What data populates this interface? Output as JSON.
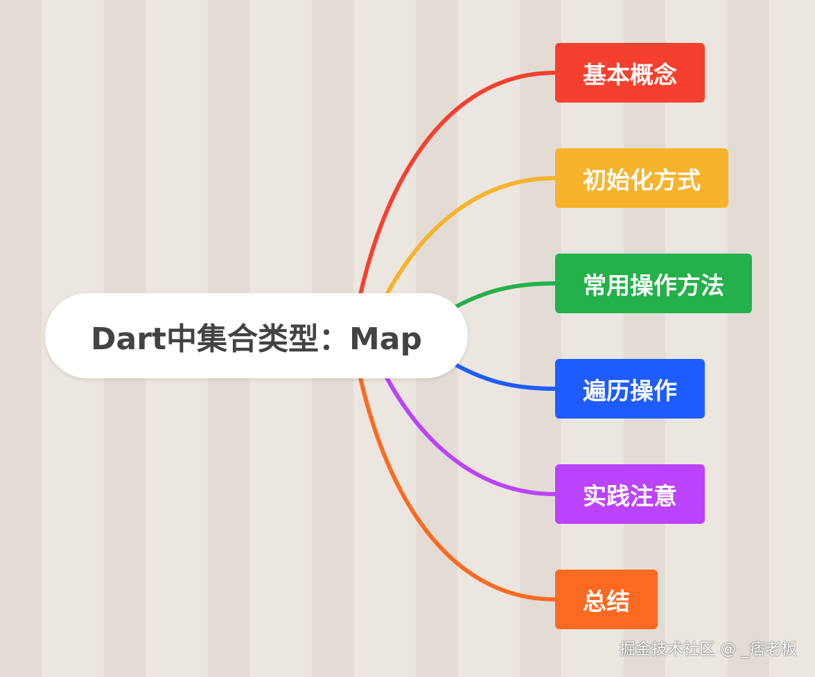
{
  "root": {
    "label": "Dart中集合类型：Map"
  },
  "branches": [
    {
      "label": "基本概念",
      "color": "#f5402f"
    },
    {
      "label": "初始化方式",
      "color": "#f7b32b"
    },
    {
      "label": "常用操作方法",
      "color": "#24b04b"
    },
    {
      "label": "遍历操作",
      "color": "#1f5cff"
    },
    {
      "label": "实践注意",
      "color": "#bb43fb"
    },
    {
      "label": "总结",
      "color": "#fc6a22"
    }
  ],
  "watermark": {
    "text": "掘金技术社区 @ _痞老板"
  }
}
